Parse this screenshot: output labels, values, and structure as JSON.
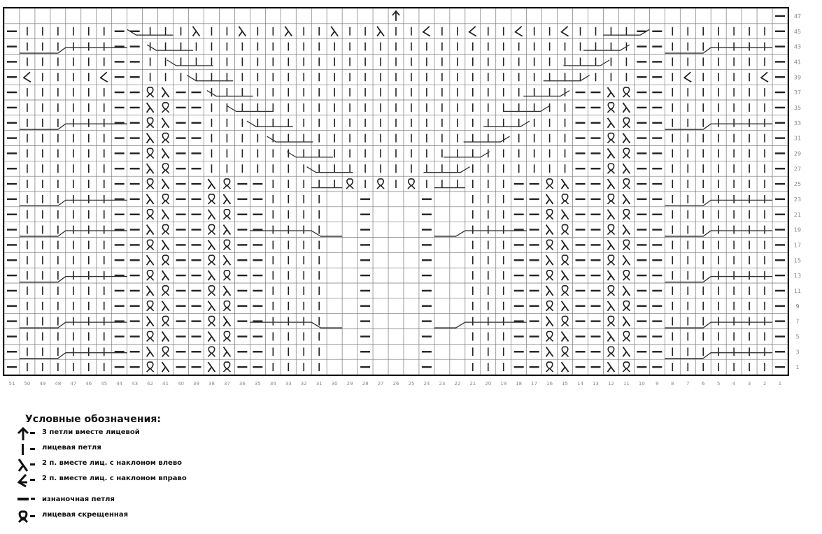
{
  "chart": {
    "columns": [
      "51",
      "50",
      "49",
      "48",
      "47",
      "46",
      "45",
      "44",
      "43",
      "42",
      "41",
      "40",
      "39",
      "38",
      "37",
      "36",
      "35",
      "34",
      "33",
      "32",
      "31",
      "30",
      "29",
      "28",
      "27",
      "26",
      "25",
      "24",
      "23",
      "22",
      "21",
      "20",
      "19",
      "18",
      "17",
      "16",
      "15",
      "14",
      "13",
      "12",
      "11",
      "10",
      "9",
      "8",
      "7",
      "6",
      "5",
      "4",
      "3",
      "2",
      "1"
    ],
    "row_numbers": [
      "47",
      "45",
      "43",
      "41",
      "39",
      "37",
      "35",
      "33",
      "31",
      "29",
      "27",
      "25",
      "23",
      "21",
      "19",
      "17",
      "15",
      "13",
      "11",
      "9",
      "7",
      "5",
      "3",
      "1"
    ]
  },
  "legend": {
    "title": "Условные обозначения:",
    "items": [
      {
        "icon": "k3tog-arrow-icon",
        "text": "3 петли вместе лицевой"
      },
      {
        "icon": "knit-stitch-icon",
        "text": "лицевая петля"
      },
      {
        "icon": "k2tog-left-icon",
        "text": "2 п. вместе лиц. с наклоном влево"
      },
      {
        "icon": "k2tog-right-icon",
        "text": "2 п. вместе лиц. с наклоном вправо"
      },
      {
        "icon": "purl-stitch-icon",
        "text": "изнаночная петля"
      },
      {
        "icon": "twisted-knit-icon",
        "text": "лицевая скрещенная"
      }
    ]
  },
  "colors": {
    "grid": "#777777",
    "symbol": "#222222",
    "label": "#888888"
  }
}
